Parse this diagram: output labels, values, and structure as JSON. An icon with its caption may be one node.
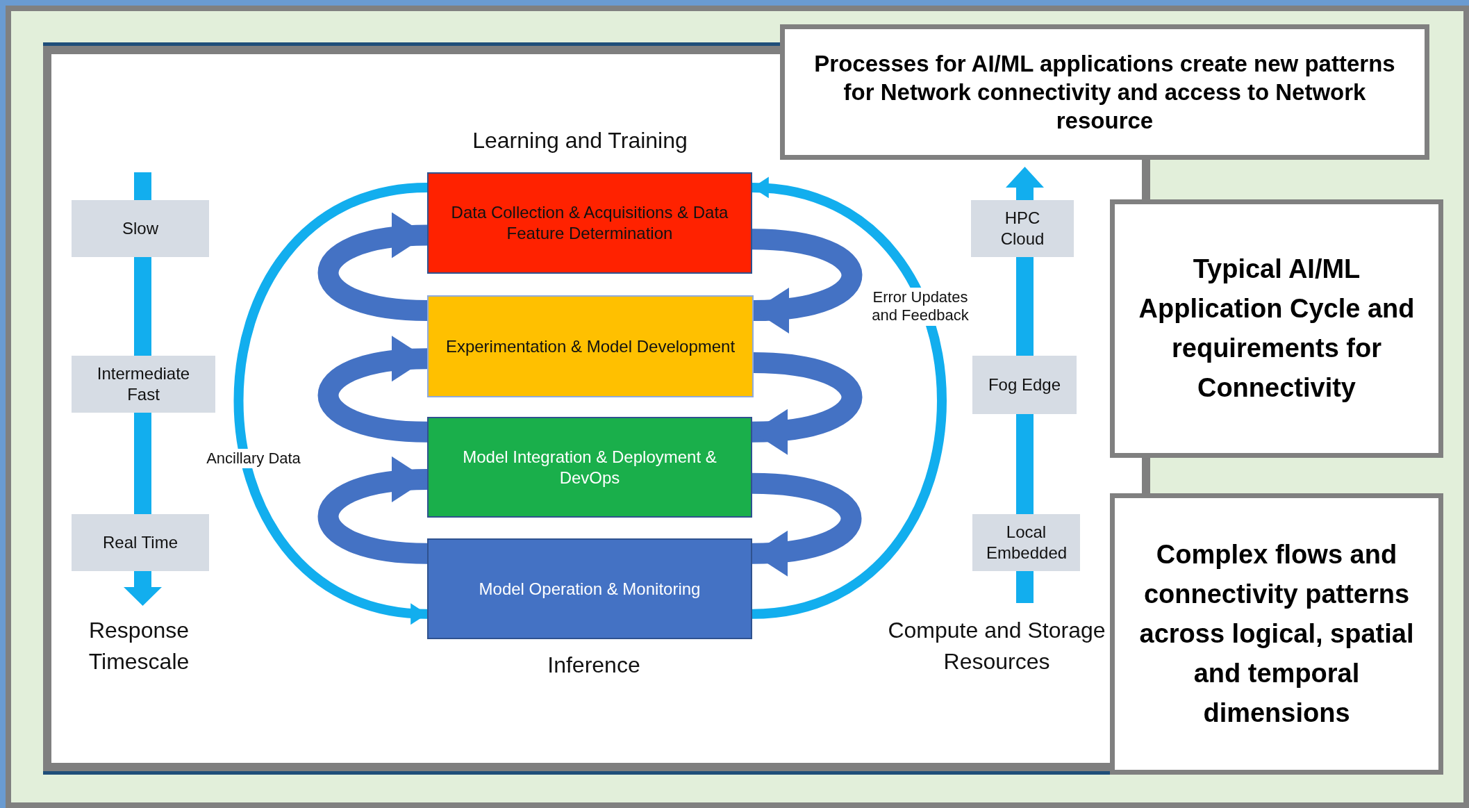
{
  "diagram": {
    "nodes": [
      {
        "text": [
          "Slow"
        ]
      },
      {
        "text": [
          "Intermediate Fast"
        ]
      },
      {
        "text": [
          "Real Time"
        ]
      },
      {
        "text": [
          "Data Collection & Acquisitions & Data Feature Determination"
        ]
      },
      {
        "text": [
          "Experimentation & Model Development"
        ]
      },
      {
        "text": [
          "Model Integration & Deployment & DevOps"
        ]
      },
      {
        "text": [
          "Model Operation & Monitoring"
        ]
      },
      {
        "text": [
          "HPC Cloud"
        ]
      },
      {
        "text": [
          "Fog Edge"
        ]
      },
      {
        "text": [
          "Local Embedded"
        ]
      },
      {
        "text": [
          "Processes for AI/ML applications create new patterns for Network connectivity and access to Network resource"
        ]
      },
      {
        "text": [
          "Typical AI/ML Application Cycle and requirements for Connectivity"
        ]
      },
      {
        "text": [
          "Complex flows and connectivity patterns across logical, spatial and temporal dimensions"
        ]
      }
    ],
    "edges": [
      {
        "from": 3,
        "to": 4,
        "arrow": "to"
      },
      {
        "from": 4,
        "to": 5,
        "arrow": "to"
      },
      {
        "from": 5,
        "to": 6,
        "arrow": "to"
      },
      {
        "from": 4,
        "to": 3,
        "arrow": "to"
      },
      {
        "from": 5,
        "to": 4,
        "arrow": "to"
      },
      {
        "from": 6,
        "to": 5,
        "arrow": "to"
      },
      {
        "from": 3,
        "to": 6,
        "arrow": "to",
        "label": "Ancillary Data",
        "color": "#12aeee"
      },
      {
        "from": 6,
        "to": 3,
        "arrow": "to",
        "label": "Error Updates and Feedback",
        "color": "#12aeee"
      }
    ],
    "labels": [
      "Learning and Training",
      "Inference",
      "Response Timescale",
      "Compute and Storage Resources"
    ]
  }
}
